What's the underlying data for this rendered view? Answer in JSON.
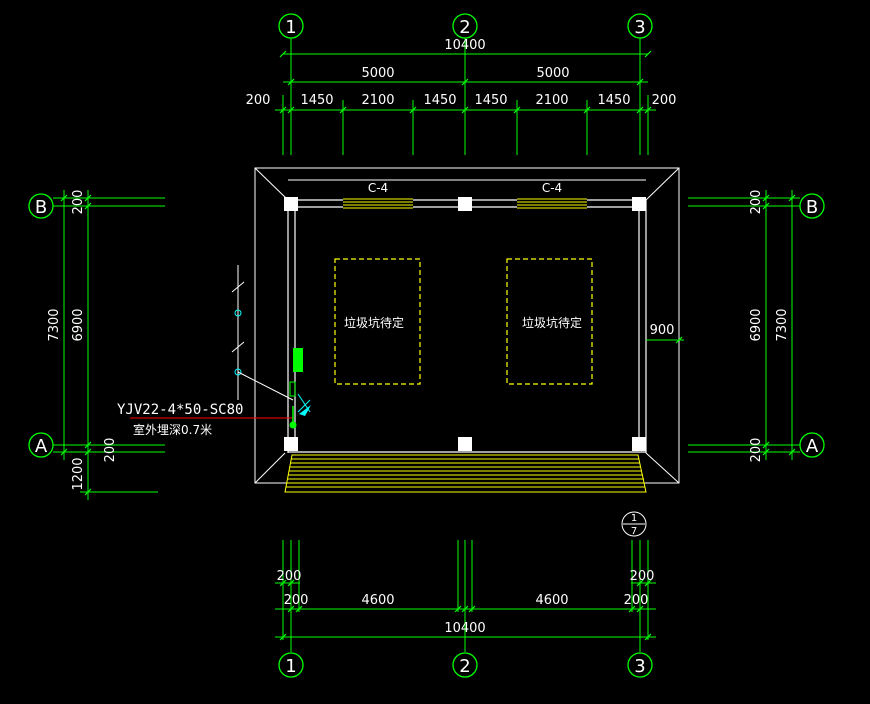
{
  "axes": {
    "top": [
      "1",
      "2",
      "3"
    ],
    "bottom": [
      "1",
      "2",
      "3"
    ],
    "left": [
      "B",
      "A"
    ],
    "right": [
      "B",
      "A"
    ]
  },
  "dims_top": {
    "overall": "10400",
    "bay_left": "5000",
    "bay_right": "5000",
    "segments": [
      "200",
      "1450",
      "2100",
      "1450",
      "1450",
      "2100",
      "1450",
      "200"
    ]
  },
  "dims_bottom": {
    "edge_left": "200",
    "edge_right": "200",
    "inner_left": "200",
    "bay_left": "4600",
    "bay_right": "4600",
    "inner_right": "200",
    "overall": "10400"
  },
  "dims_left": {
    "overall": "7300",
    "inner": "6900",
    "top": "200",
    "bottom": "200",
    "below": "1200"
  },
  "dims_right": {
    "overall": "7300",
    "inner": "6900",
    "top": "200",
    "bottom": "200"
  },
  "window_labels": [
    "C-4",
    "C-4"
  ],
  "pit_labels": [
    "垃圾坑待定",
    "垃圾坑待定"
  ],
  "dim_900": "900",
  "cable": {
    "spec": "YJV22-4*50-SC80",
    "note": "室外埋深0.7米"
  },
  "detail_marker": {
    "top": "1",
    "bottom": "7"
  },
  "colors": {
    "background": "#000000",
    "axis_green": "#00ff00",
    "wall_white": "#ffffff",
    "yellow": "#ffff00",
    "cable_red": "#ff0000",
    "cyan": "#00ffff"
  }
}
